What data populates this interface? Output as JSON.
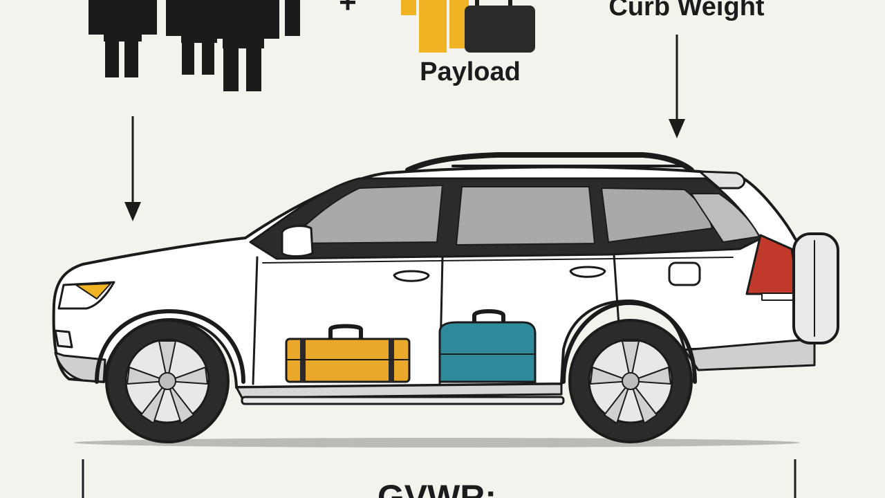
{
  "labels": {
    "plus_sign": "+",
    "payload": "Payload",
    "curb_weight": "Curb Weight",
    "gvwr": "GVWR:"
  },
  "colors": {
    "background": "#f4f2ec",
    "ink": "#1b1b1b",
    "payload_yellow": "#f0b323",
    "suitcase_yellow": "#e9a82b",
    "suitcase_teal": "#2f8a9b",
    "tail_light_red": "#c0392b",
    "window_gray": "#a9a9a9",
    "body_white": "#ffffff"
  },
  "icons": {
    "people": "people-silhouettes-icon",
    "payload": "payload-box-bag-icon",
    "vehicle": "suv-icon",
    "luggage": [
      "yellow-suitcase-icon",
      "teal-bag-icon"
    ]
  }
}
